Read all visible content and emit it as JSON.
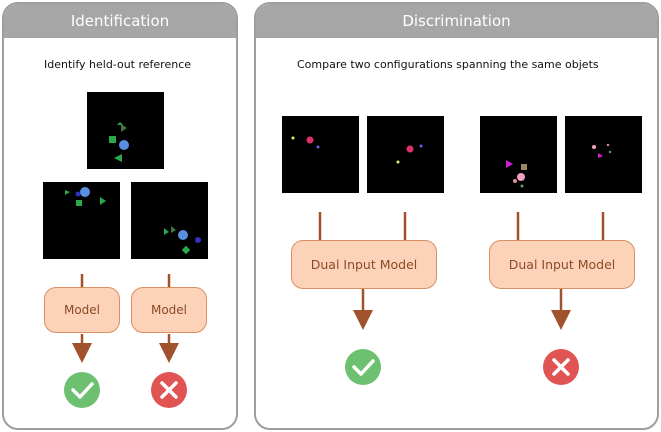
{
  "identification": {
    "title": "Identification",
    "subtitle": "Identify held-out reference",
    "model_label": "Model",
    "results": [
      "check-icon",
      "cross-icon"
    ]
  },
  "discrimination": {
    "title": "Discrimination",
    "subtitle": "Compare two configurations spanning the same objets",
    "model_label": "Dual Input Model",
    "results": [
      "check-icon",
      "cross-icon"
    ]
  },
  "colors": {
    "header_gray": "#a6a6a6",
    "border_gray": "#9e9e9e",
    "model_fill": "#fcd3b8",
    "model_border": "#d98e63",
    "arrow_brown": "#a0522d",
    "success_green": "#6cc070",
    "fail_red": "#e05454"
  }
}
